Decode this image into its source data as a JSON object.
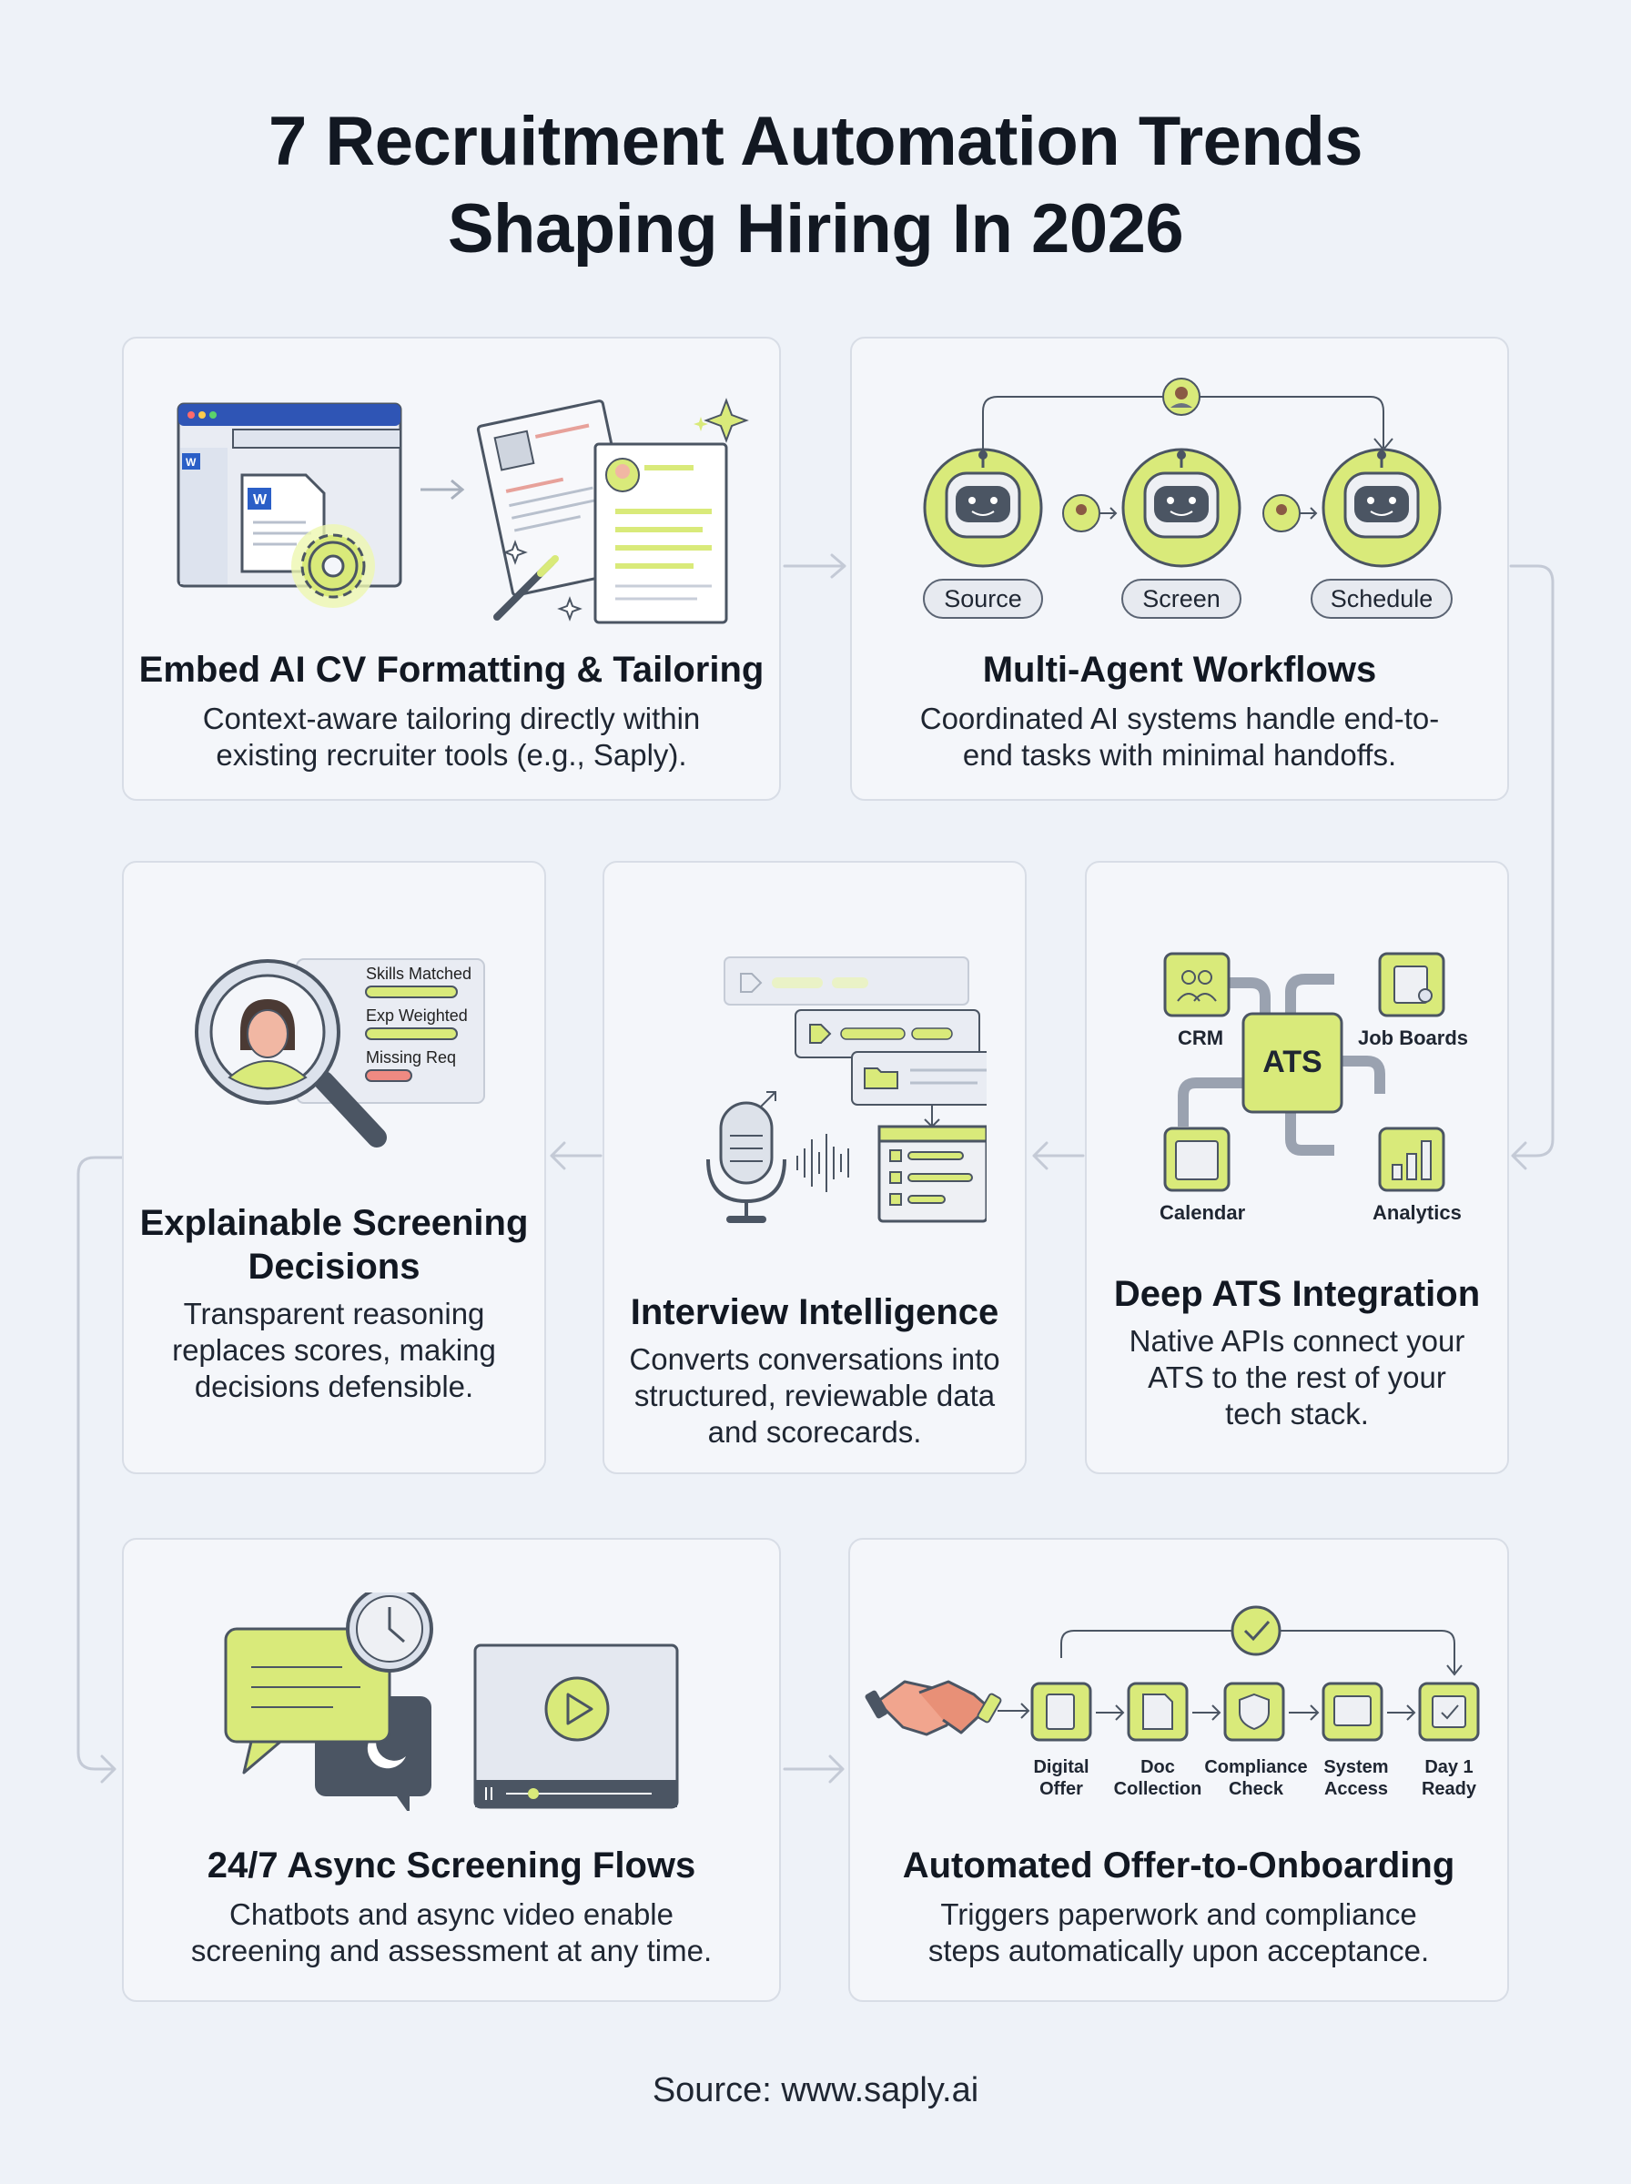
{
  "title_line1": "7 Recruitment Automation Trends",
  "title_line2": "Shaping Hiring In 2026",
  "cards": {
    "cv": {
      "title": "Embed AI CV Formatting & Tailoring",
      "desc_line1": "Context-aware tailoring directly within",
      "desc_line2": "existing recruiter tools (e.g., Saply)."
    },
    "multi": {
      "title": "Multi-Agent Workflows",
      "desc_line1": "Coordinated AI systems handle end-to-",
      "desc_line2": "end tasks with minimal handoffs.",
      "agents": [
        "Source",
        "Screen",
        "Schedule"
      ]
    },
    "explain": {
      "title_line1": "Explainable Screening",
      "title_line2": "Decisions",
      "desc_line1": "Transparent reasoning",
      "desc_line2": "replaces scores, making",
      "desc_line3": "decisions defensible.",
      "bars": [
        "Skills Matched",
        "Exp Weighted",
        "Missing Req"
      ]
    },
    "interview": {
      "title": "Interview Intelligence",
      "desc_line1": "Converts conversations into",
      "desc_line2": "structured, reviewable data",
      "desc_line3": "and scorecards."
    },
    "ats": {
      "title": "Deep ATS Integration",
      "desc_line1": "Native APIs connect your",
      "desc_line2": "ATS to the rest of your",
      "desc_line3": "tech stack.",
      "hub": "ATS",
      "nodes": [
        "CRM",
        "Job Boards",
        "Calendar",
        "Analytics"
      ]
    },
    "async": {
      "title": "24/7 Async Screening Flows",
      "desc_line1": "Chatbots and async video enable",
      "desc_line2": "screening and assessment at any time."
    },
    "onboard": {
      "title": "Automated Offer-to-Onboarding",
      "desc_line1": "Triggers paperwork and compliance",
      "desc_line2": "steps automatically upon acceptance.",
      "steps": [
        {
          "l1": "Digital",
          "l2": "Offer"
        },
        {
          "l1": "Doc",
          "l2": "Collection"
        },
        {
          "l1": "Compliance",
          "l2": "Check"
        },
        {
          "l1": "System",
          "l2": "Access"
        },
        {
          "l1": "Day 1",
          "l2": "Ready"
        }
      ]
    }
  },
  "source": "Source: www.saply.ai",
  "colors": {
    "accent": "#d9ea7a",
    "stroke": "#4b5563",
    "background": "#eef2f8"
  }
}
